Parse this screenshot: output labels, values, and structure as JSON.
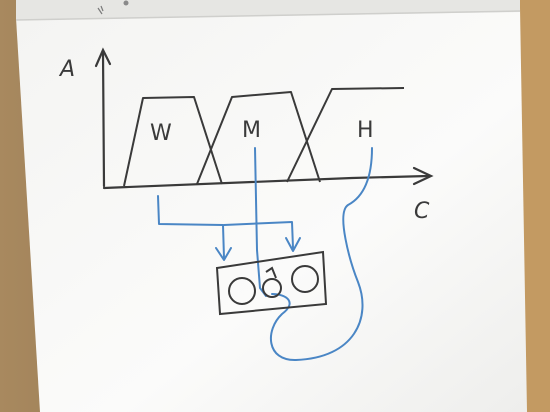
{
  "diagram": {
    "axis_y_label": "A",
    "axis_x_label": "C",
    "sets": [
      {
        "label": "W"
      },
      {
        "label": "M"
      },
      {
        "label": "H"
      }
    ]
  },
  "colors": {
    "ink_black": "#3a3a3a",
    "ink_blue": "#4a86c5",
    "paper": "#fbfbfa",
    "wood": "#9a7b55"
  }
}
